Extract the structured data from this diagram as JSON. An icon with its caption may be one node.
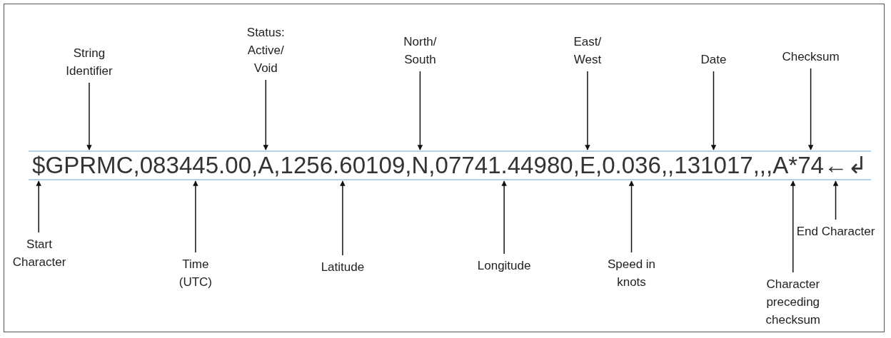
{
  "diagram": {
    "nodes": [
      {
        "text": [
          "String Identifier"
        ]
      },
      {
        "text": [
          "Status: Active/ Void"
        ]
      },
      {
        "text": [
          "North/ South"
        ]
      },
      {
        "text": [
          "East/ West"
        ]
      },
      {
        "text": [
          "Date"
        ]
      },
      {
        "text": [
          "Checksum"
        ]
      },
      {
        "text": [
          "$GPRMC,083445.00,A,1256.60109,N,07741.44980,E,0.036,,131017,,,A*74←↲"
        ]
      },
      {
        "text": [
          "Start Character"
        ]
      },
      {
        "text": [
          "Time (UTC)"
        ]
      },
      {
        "text": [
          "Latitude"
        ]
      },
      {
        "text": [
          "Longitude"
        ]
      },
      {
        "text": [
          "Speed in knots"
        ]
      },
      {
        "text": [
          "Character preceding checksum"
        ]
      },
      {
        "text": [
          "End Character"
        ]
      }
    ],
    "edges": [
      {
        "from": 0,
        "to": 6,
        "arrow": "to"
      },
      {
        "from": 1,
        "to": 6,
        "arrow": "to"
      },
      {
        "from": 2,
        "to": 6,
        "arrow": "to"
      },
      {
        "from": 3,
        "to": 6,
        "arrow": "to"
      },
      {
        "from": 4,
        "to": 6,
        "arrow": "to"
      },
      {
        "from": 5,
        "to": 6,
        "arrow": "to"
      },
      {
        "from": 7,
        "to": 6,
        "arrow": "to"
      },
      {
        "from": 8,
        "to": 6,
        "arrow": "to"
      },
      {
        "from": 9,
        "to": 6,
        "arrow": "to"
      },
      {
        "from": 10,
        "to": 6,
        "arrow": "to"
      },
      {
        "from": 11,
        "to": 6,
        "arrow": "to"
      },
      {
        "from": 12,
        "to": 6,
        "arrow": "to"
      },
      {
        "from": 13,
        "to": 6,
        "arrow": "to"
      }
    ]
  }
}
